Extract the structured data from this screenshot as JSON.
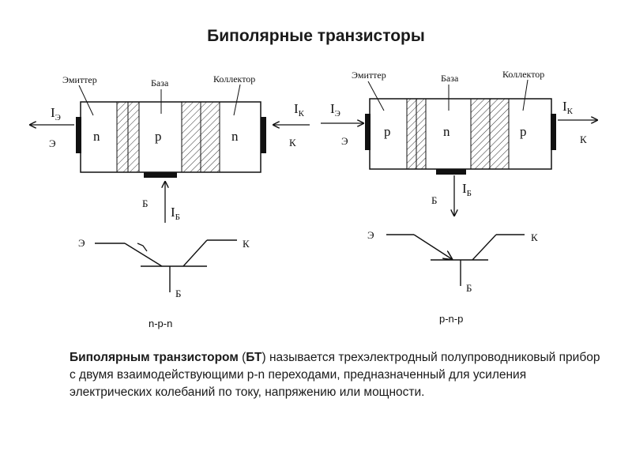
{
  "title": "Биполярные транзисторы",
  "npn": {
    "labels": {
      "emitter": "Эмиттер",
      "base": "База",
      "collector": "Коллектор"
    },
    "regions": [
      "n",
      "p",
      "n"
    ],
    "currents": {
      "emitter_main": "I",
      "emitter_sub": "Э",
      "collector_main": "I",
      "collector_sub": "К",
      "base_main": "I",
      "base_sub": "Б"
    },
    "terminals": {
      "emitter": "Э",
      "collector": "К",
      "base": "Б"
    },
    "symbol": {
      "emitter": "Э",
      "collector": "К",
      "base": "Б"
    },
    "caption": "n-p-n"
  },
  "pnp": {
    "labels": {
      "emitter": "Эмиттер",
      "base": "База",
      "collector": "Коллектор"
    },
    "regions": [
      "p",
      "n",
      "p"
    ],
    "currents": {
      "emitter_main": "I",
      "emitter_sub": "Э",
      "collector_main": "I",
      "collector_sub": "К",
      "base_main": "I",
      "base_sub": "Б"
    },
    "terminals": {
      "emitter": "Э",
      "collector": "К",
      "base": "Б"
    },
    "symbol": {
      "emitter": "Э",
      "collector": "К",
      "base": "Б"
    },
    "caption": "p-n-p"
  },
  "definition": {
    "term": "Биполярным транзистором",
    "open": " (",
    "abbr": "БТ",
    "rest": ") называется трехэлектродный полупроводниковый прибор с двумя взаимодействующими  p-n переходами, предназначенный для усиления электрических колебаний по току, напряжению или мощности."
  }
}
